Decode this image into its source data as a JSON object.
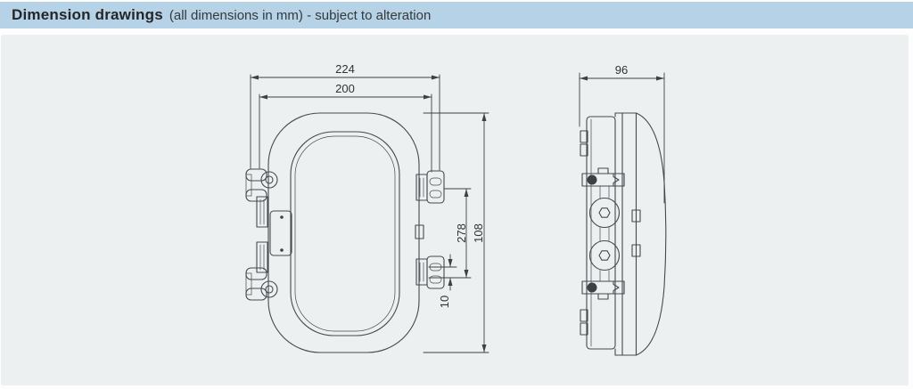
{
  "header": {
    "title": "Dimension drawings",
    "subtitle": "(all dimensions in mm) - subject to alteration"
  },
  "drawing": {
    "front_view": {
      "dims": {
        "overall_width": "224",
        "inner_width": "200",
        "vertical_inner": "278",
        "vertical_outer": "108",
        "bracket_detail": "10"
      }
    },
    "side_view": {
      "dims": {
        "depth": "96"
      }
    },
    "colors": {
      "header_bg": "#b5d2e6",
      "panel_bg": "#edf0f1",
      "line": "#45494e"
    }
  }
}
